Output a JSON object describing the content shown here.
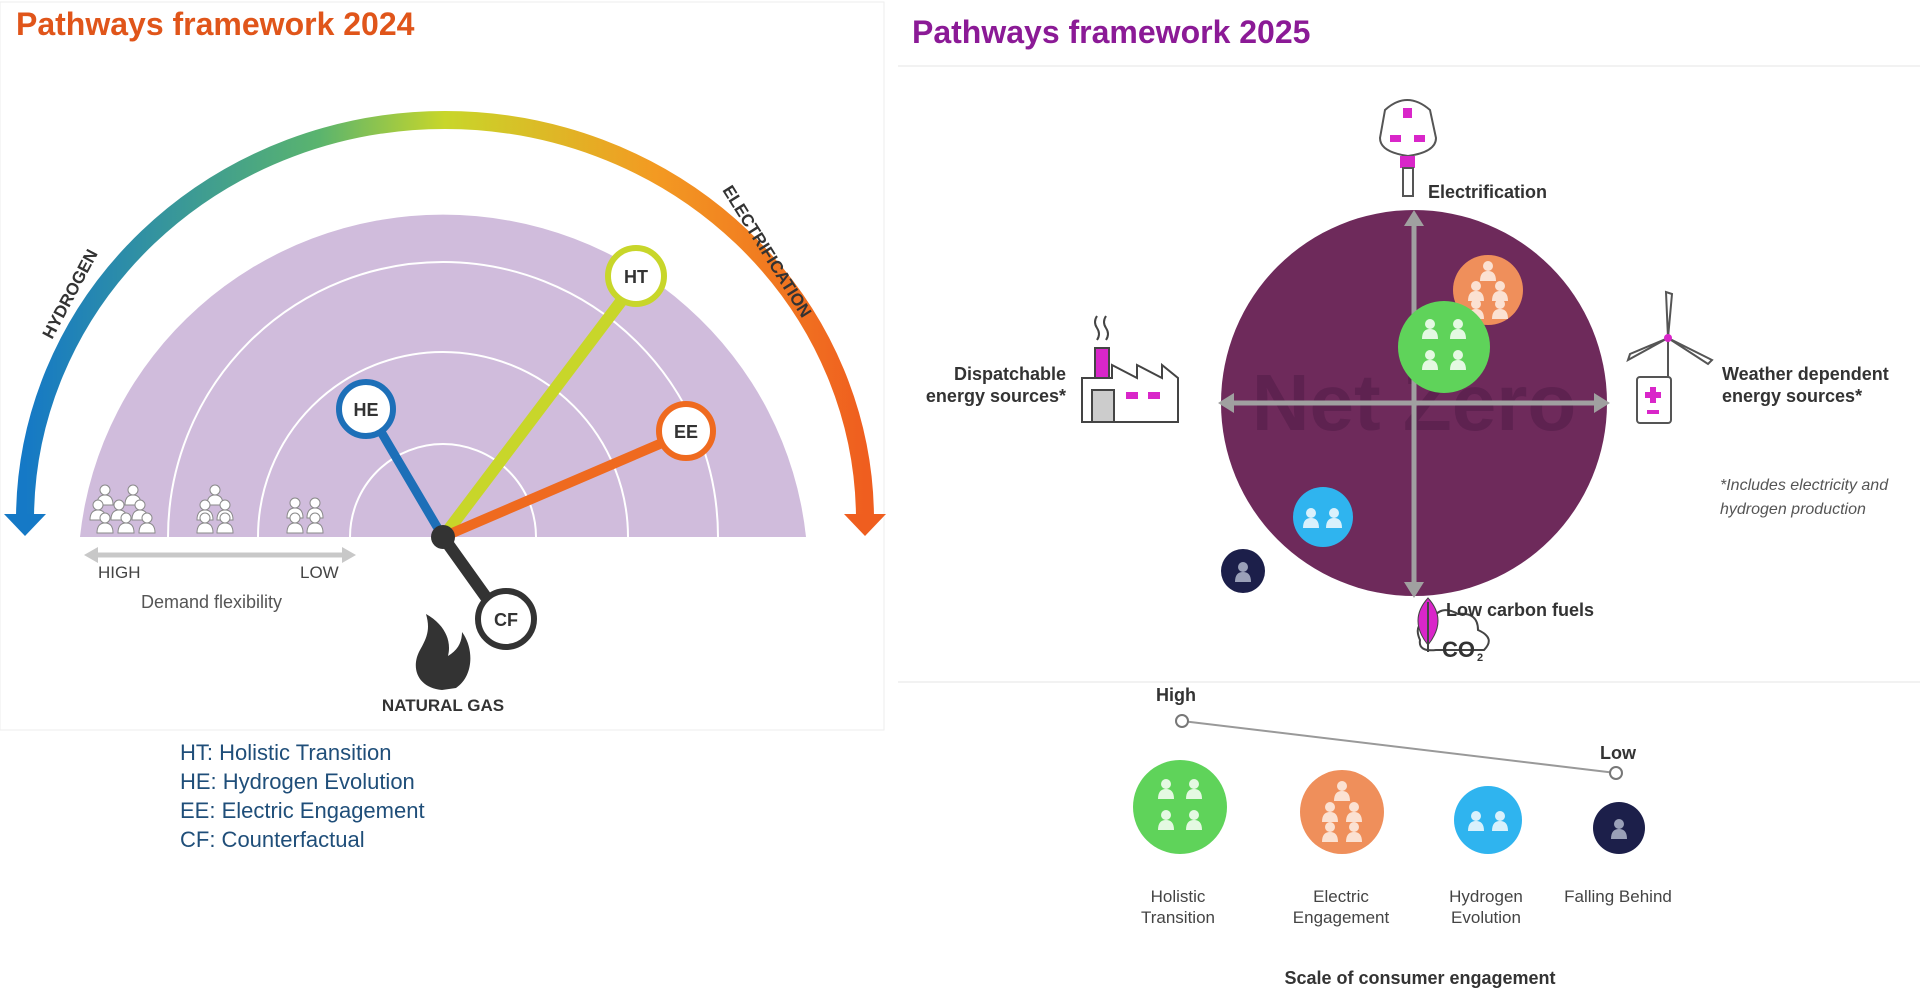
{
  "left": {
    "title": "Pathways framework 2024",
    "arc_labels": {
      "hydrogen": "HYDROGEN",
      "electrification": "ELECTRIFICATION"
    },
    "pathways": [
      {
        "code": "HT",
        "color": "#c8d62a"
      },
      {
        "code": "HE",
        "color": "#1d6fb8"
      },
      {
        "code": "EE",
        "color": "#ef6a1f"
      },
      {
        "code": "CF",
        "color": "#333333"
      }
    ],
    "axis": {
      "high": "HIGH",
      "low": "LOW",
      "label": "Demand flexibility"
    },
    "source_label": "NATURAL GAS",
    "legend": [
      "HT: Holistic Transition",
      "HE: Hydrogen Evolution",
      "EE: Electric Engagement",
      "CF: Counterfactual"
    ]
  },
  "right": {
    "title": "Pathways framework 2025",
    "center_watermark": "Net Zero",
    "axes": {
      "top": "Electrification",
      "bottom": "Low carbon fuels",
      "left_line1": "Dispatchable",
      "left_line2": "energy sources*",
      "right_line1": "Weather dependent",
      "right_line2": "energy sources*"
    },
    "co2_label": "CO",
    "co2_sub": "2",
    "footnote_line1": "*Includes electricity and",
    "footnote_line2": "hydrogen production",
    "engagement": {
      "high": "High",
      "low": "Low",
      "axis_title": "Scale of consumer engagement",
      "groups": [
        {
          "line1": "Holistic",
          "line2": "Transition",
          "color": "#5fd35a"
        },
        {
          "line1": "Electric",
          "line2": "Engagement",
          "color": "#ef8f5b"
        },
        {
          "line1": "Hydrogen",
          "line2": "Evolution",
          "color": "#2fb4ef"
        },
        {
          "line1": "Falling Behind",
          "line2": "",
          "color": "#1c1f4a"
        }
      ]
    },
    "colors": {
      "net_zero_circle": "#6e2a5b",
      "accent": "#d926c9"
    }
  }
}
